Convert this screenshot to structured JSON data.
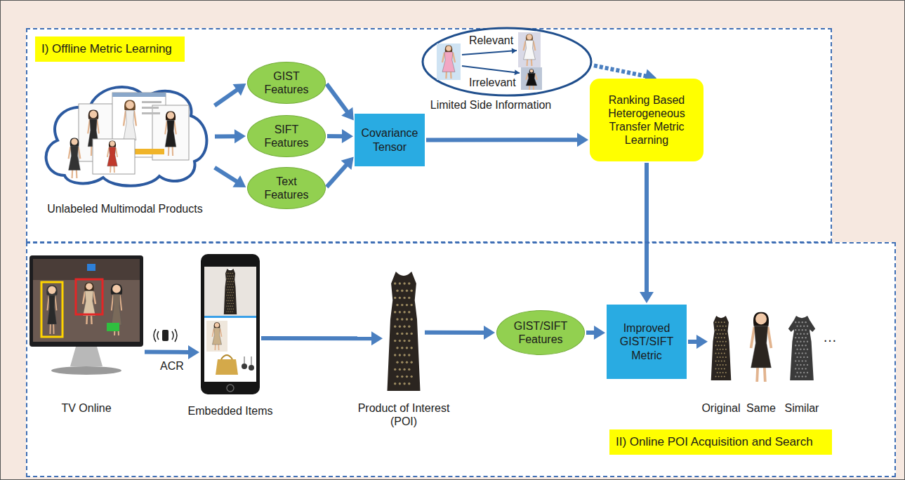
{
  "diagram": {
    "nodes": [
      {
        "text": [
          "I) Offline Metric Learning"
        ]
      },
      {
        "text": [
          "Unlabeled Multimodal Products"
        ],
        "in": 0
      },
      {
        "text": [
          "GIST Features"
        ],
        "in": 0
      },
      {
        "text": [
          "SIFT Features"
        ],
        "in": 0
      },
      {
        "text": [
          "Text Features"
        ],
        "in": 0
      },
      {
        "text": [
          "Relevant",
          "Irrelevant",
          "Limited Side Information"
        ],
        "in": 0
      },
      {
        "text": [
          "Covariance Tensor"
        ],
        "in": 0
      },
      {
        "text": [
          "Ranking Based Heterogeneous Transfer Metric Learning"
        ],
        "in": 0
      },
      {
        "text": [
          "II) Online POI Acquisition and Search"
        ]
      },
      {
        "text": [
          "TV Online"
        ],
        "in": 8
      },
      {
        "text": [
          "Embedded Items"
        ],
        "in": 8
      },
      {
        "text": [
          "Product of Interest (POI)"
        ],
        "in": 8
      },
      {
        "text": [
          "GIST/SIFT Features"
        ],
        "in": 8
      },
      {
        "text": [
          "Improved GIST/SIFT Metric"
        ],
        "in": 8
      },
      {
        "text": [
          "Original"
        ],
        "in": 8
      },
      {
        "text": [
          "Same"
        ],
        "in": 8
      },
      {
        "text": [
          "Similar"
        ],
        "in": 8
      }
    ],
    "edges": [
      {
        "from": 1,
        "to": 2,
        "arrow": "to"
      },
      {
        "from": 1,
        "to": 3,
        "arrow": "to"
      },
      {
        "from": 1,
        "to": 4,
        "arrow": "to"
      },
      {
        "from": 2,
        "to": 6,
        "arrow": "to"
      },
      {
        "from": 3,
        "to": 6,
        "arrow": "to"
      },
      {
        "from": 4,
        "to": 6,
        "arrow": "to"
      },
      {
        "from": 5,
        "to": 7,
        "arrow": "to"
      },
      {
        "from": 6,
        "to": 7,
        "arrow": "to"
      },
      {
        "from": 7,
        "to": 13,
        "arrow": "to"
      },
      {
        "from": 9,
        "to": 10,
        "label": "ACR",
        "arrow": "to"
      },
      {
        "from": 10,
        "to": 11,
        "arrow": "to"
      },
      {
        "from": 11,
        "to": 12,
        "arrow": "to"
      },
      {
        "from": 12,
        "to": 13,
        "arrow": "to"
      },
      {
        "from": 13,
        "to": 14,
        "arrow": "to"
      }
    ],
    "labels": [
      "…"
    ]
  }
}
